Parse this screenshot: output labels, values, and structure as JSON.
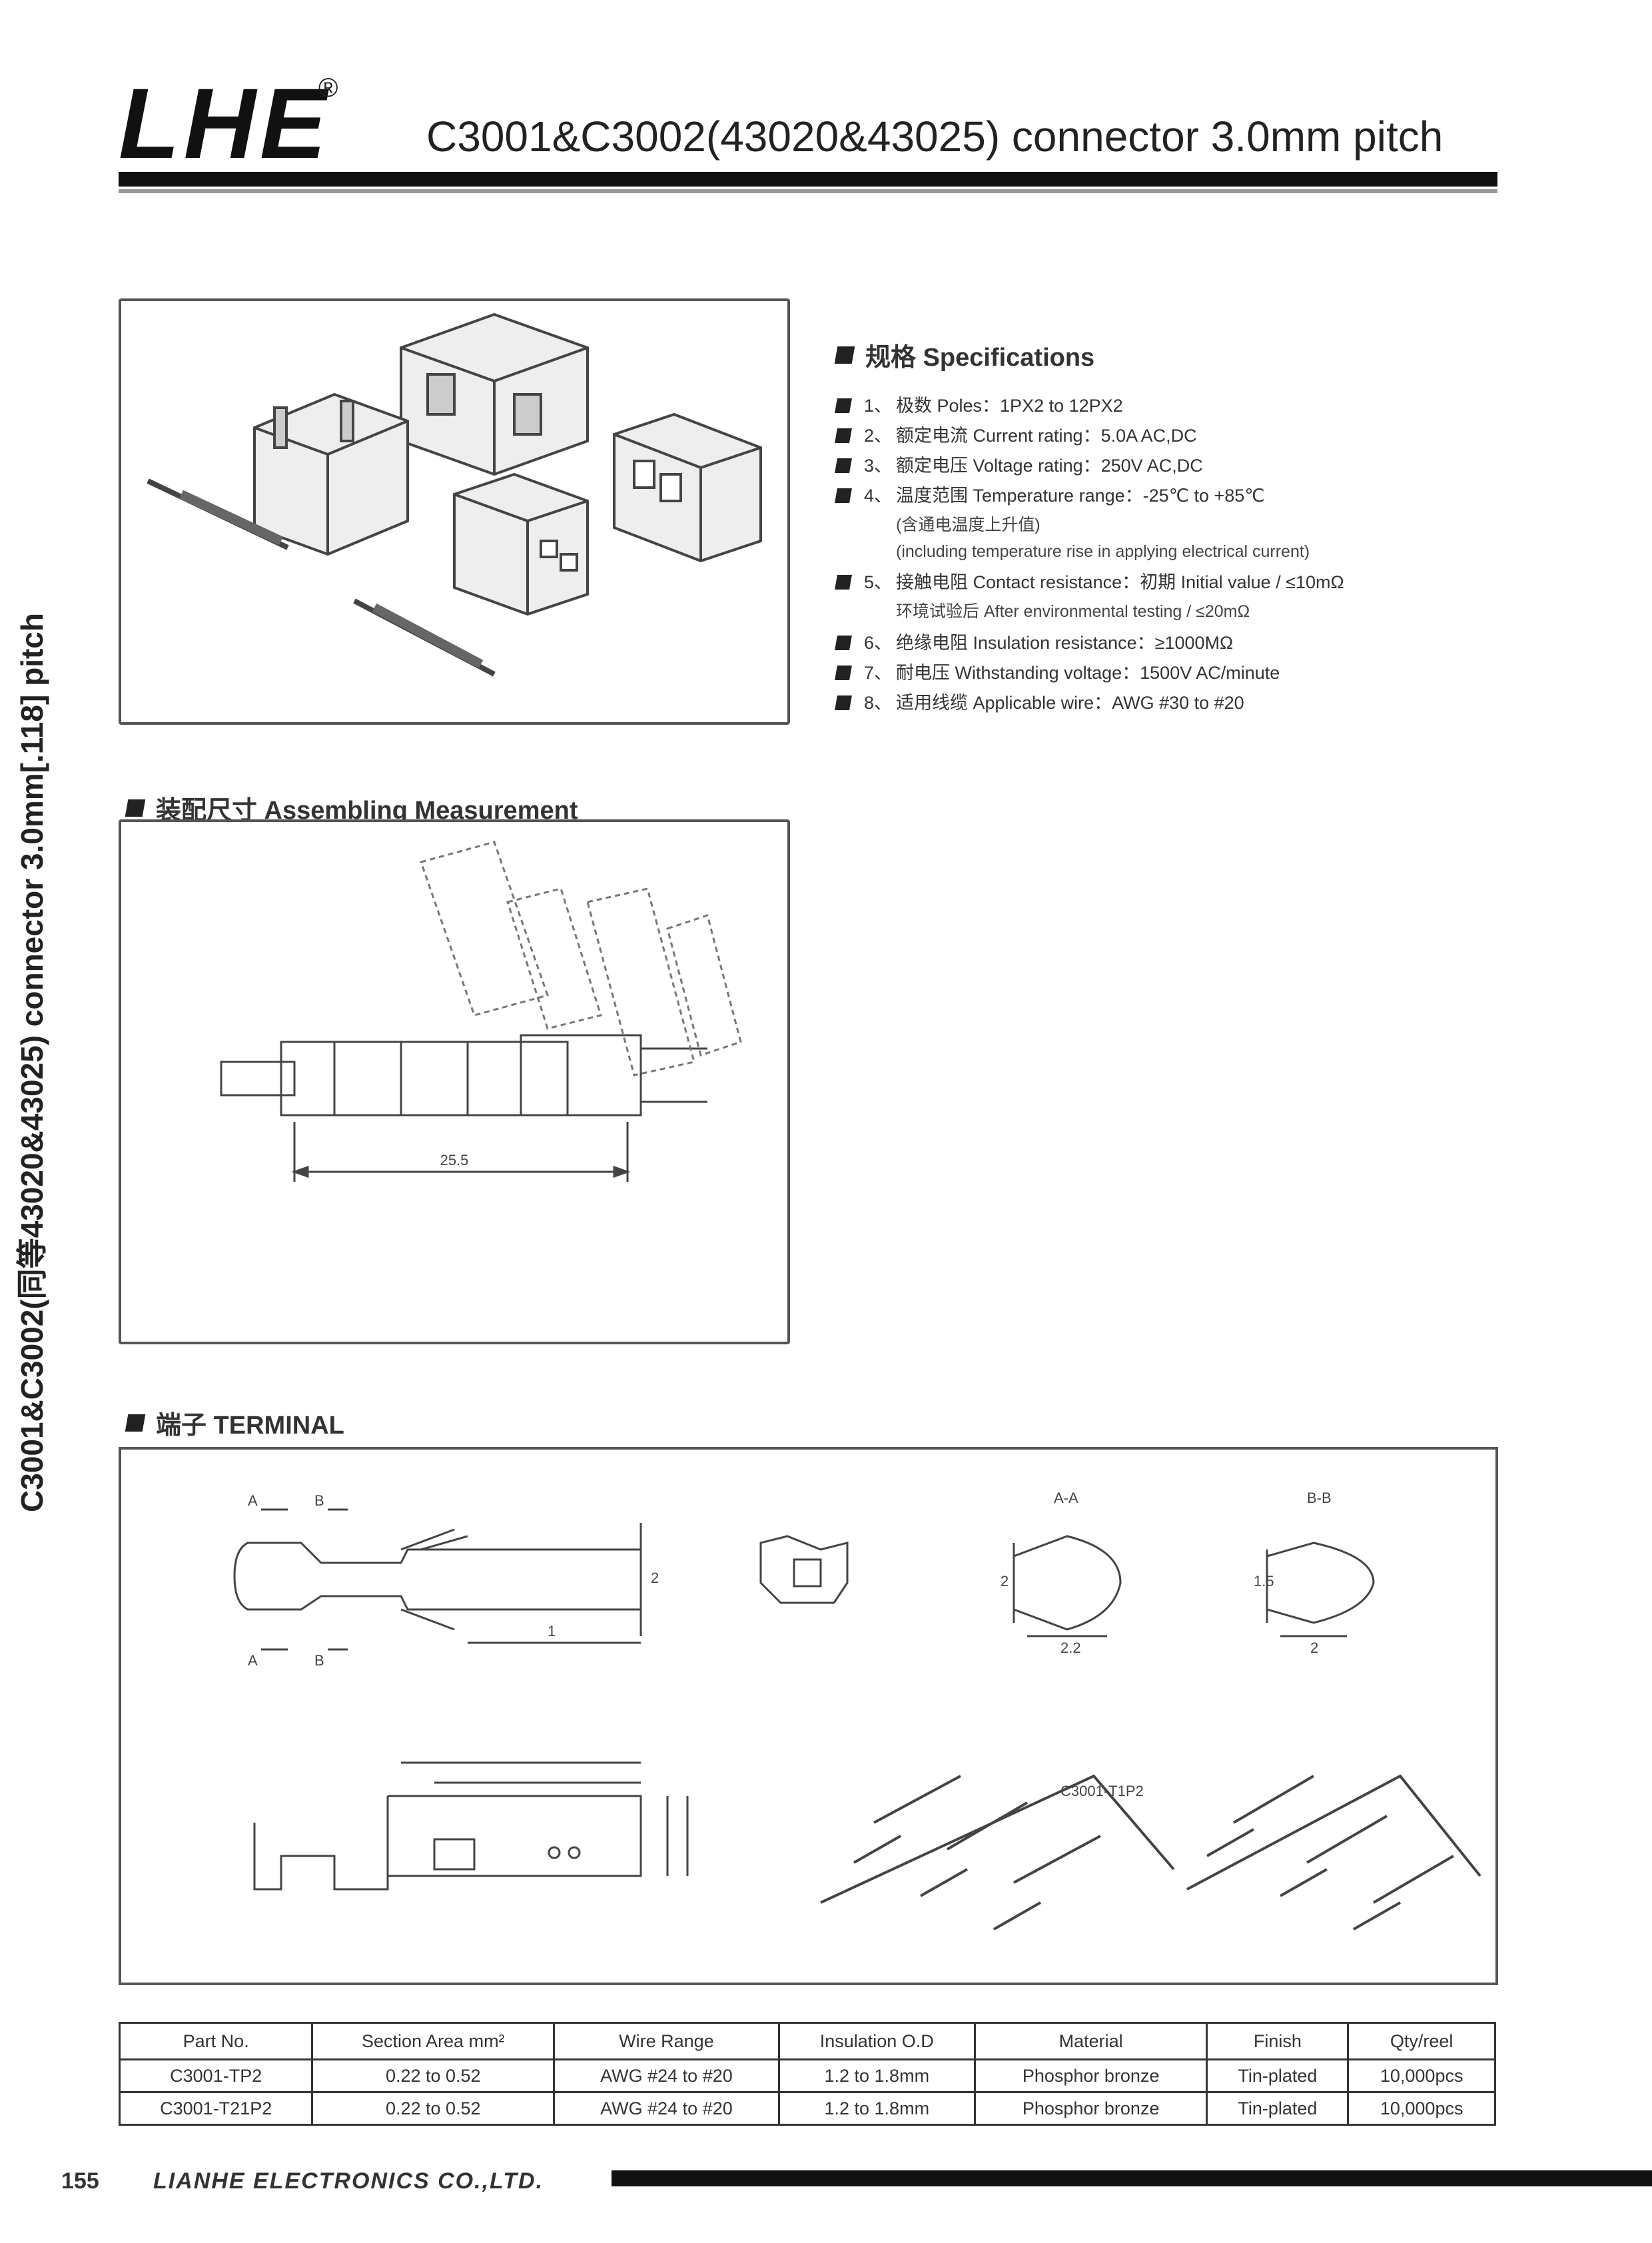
{
  "header": {
    "logo": "LHE",
    "registered": "®",
    "title": "C3001&C3002(43020&43025) connector 3.0mm pitch"
  },
  "side_text": "C3001&C3002(同等43020&43025) connector 3.0mm[.118] pitch",
  "specifications": {
    "heading": "规格 Specifications",
    "items": [
      {
        "num": "1、",
        "text": "极数 Poles：1PX2 to 12PX2"
      },
      {
        "num": "2、",
        "text": "额定电流 Current rating：5.0A  AC,DC"
      },
      {
        "num": "3、",
        "text": "额定电压 Voltage rating：250V  AC,DC"
      },
      {
        "num": "4、",
        "text": "温度范围 Temperature range：-25℃ to +85℃",
        "sub": [
          "(含通电温度上升值)",
          "(including temperature rise in applying electrical current)"
        ]
      },
      {
        "num": "5、",
        "text": "接触电阻 Contact resistance：初期 Initial value / ≤10mΩ",
        "sub": [
          "环境试验后 After environmental testing / ≤20mΩ"
        ]
      },
      {
        "num": "6、",
        "text": "绝缘电阻 Insulation resistance：≥1000MΩ"
      },
      {
        "num": "7、",
        "text": "耐电压 Withstanding voltage：1500V  AC/minute"
      },
      {
        "num": "8、",
        "text": "适用线缆 Applicable wire：AWG #30 to #20"
      }
    ]
  },
  "dimension_section": {
    "heading": "装配尺寸 Assembling Measurement",
    "dim_label": "25.5"
  },
  "terminal_section": {
    "heading": "端子 TERMINAL",
    "labels": {
      "section_a": "A-A",
      "section_b": "B-B",
      "mark_a": "A",
      "mark_b": "B",
      "dim_1": "1",
      "dim_2": "2.2",
      "dim_3": "2",
      "dim_h1": "2",
      "dim_h2": "1.5",
      "reel": "C3001-T1P2"
    }
  },
  "table": {
    "headers": [
      "Part No.",
      "Section Area mm²",
      "Wire Range",
      "Insulation O.D",
      "Material",
      "Finish",
      "Qty/reel"
    ],
    "rows": [
      [
        "C3001-TP2",
        "0.22 to 0.52",
        "AWG #24 to #20",
        "1.2 to 1.8mm",
        "Phosphor bronze",
        "Tin-plated",
        "10,000pcs"
      ],
      [
        "C3001-T21P2",
        "0.22 to 0.52",
        "AWG #24 to #20",
        "1.2 to 1.8mm",
        "Phosphor bronze",
        "Tin-plated",
        "10,000pcs"
      ]
    ]
  },
  "footer": {
    "page": "155",
    "company": "LIANHE ELECTRONICS CO.,LTD."
  }
}
